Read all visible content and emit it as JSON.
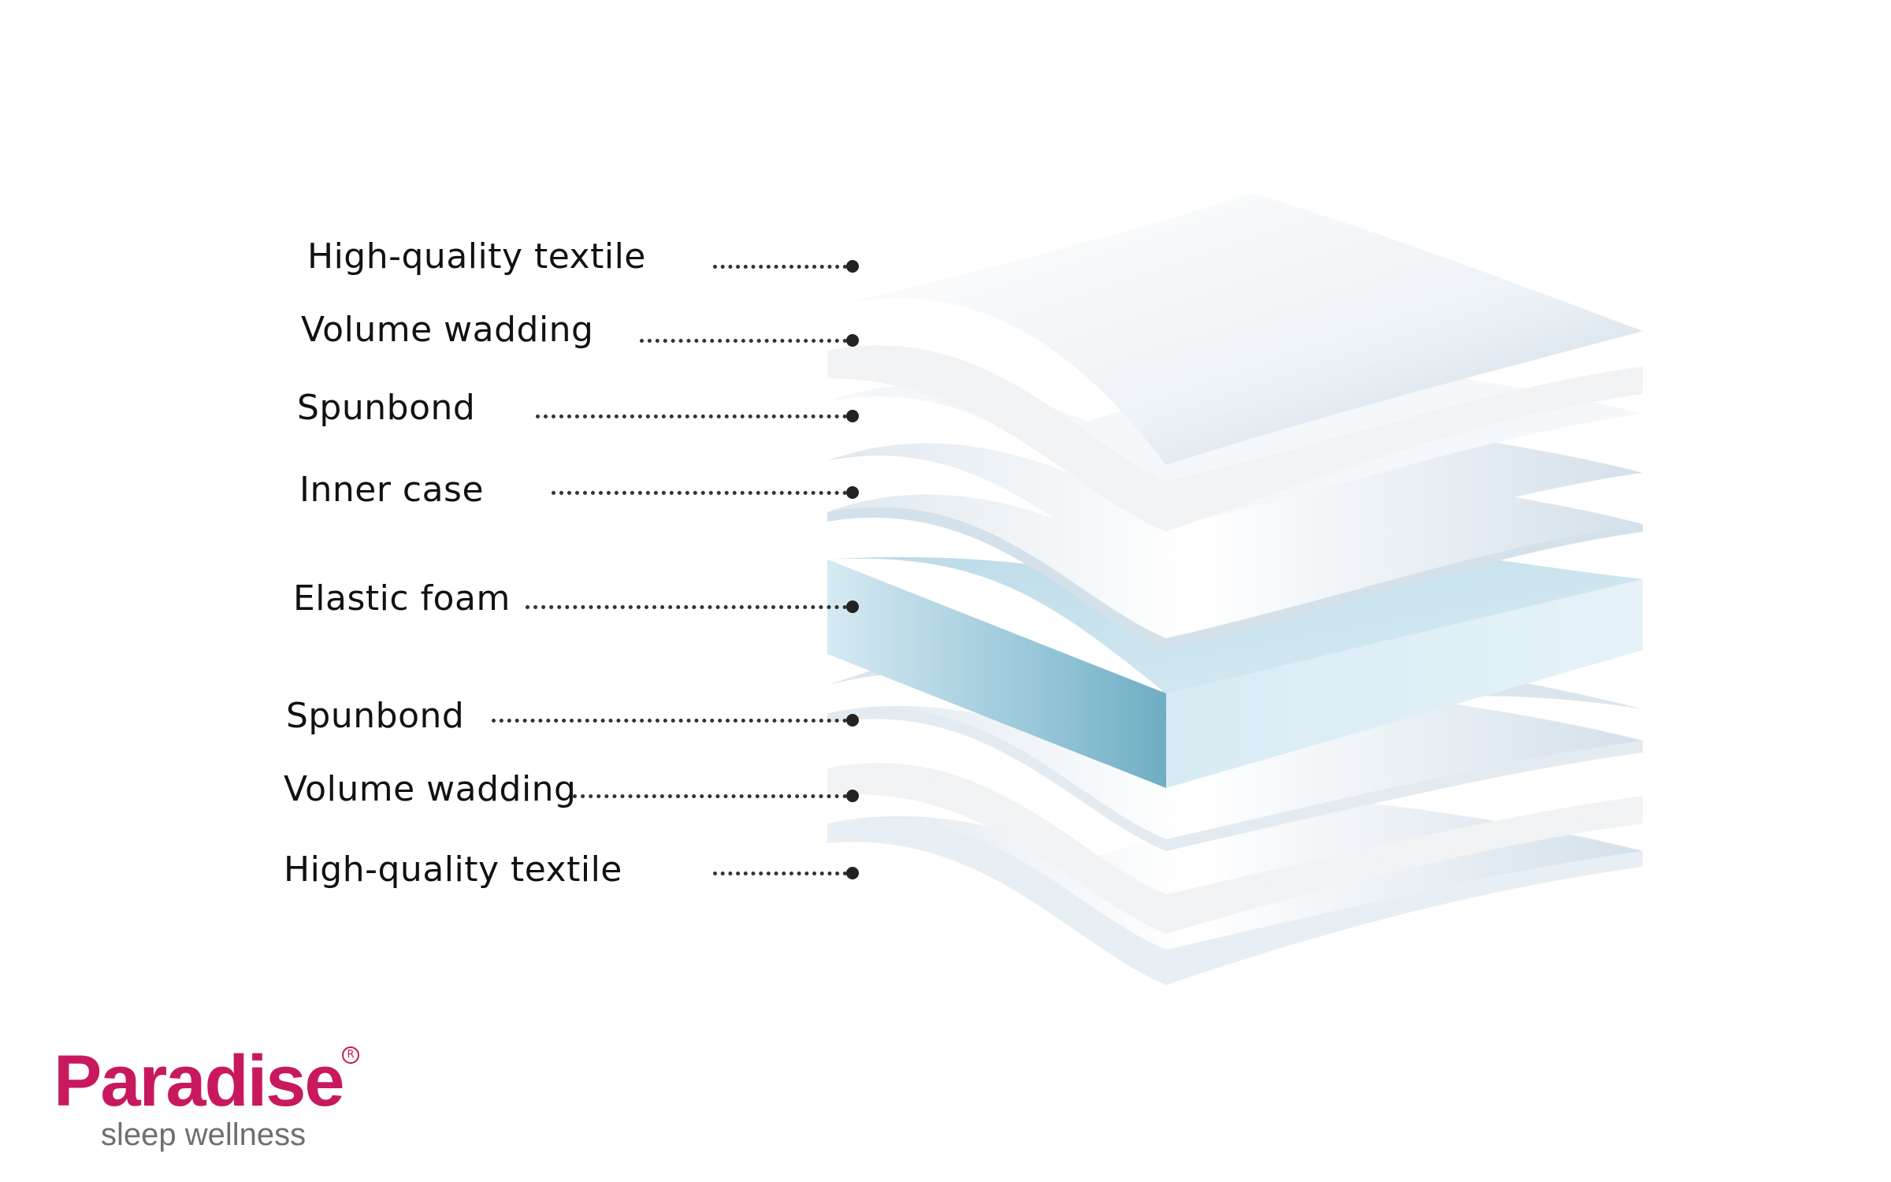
{
  "diagram": {
    "layers": [
      {
        "label": "High-quality textile"
      },
      {
        "label": "Volume wadding"
      },
      {
        "label": "Spunbond"
      },
      {
        "label": "Inner case"
      },
      {
        "label": "Elastic foam"
      },
      {
        "label": "Spunbond"
      },
      {
        "label": "Volume wadding"
      },
      {
        "label": "High-quality textile"
      }
    ]
  },
  "logo": {
    "name": "Paradise",
    "registered": "R",
    "tagline": "sleep wellness",
    "brand_color": "#c8195e",
    "tagline_color": "#6f6f6f"
  },
  "colors": {
    "foam_light": "#d9ecf4",
    "foam_dark": "#7fb8cc",
    "sheet": "#f4f8fb",
    "sheet_shadow": "#c9d8e3"
  }
}
